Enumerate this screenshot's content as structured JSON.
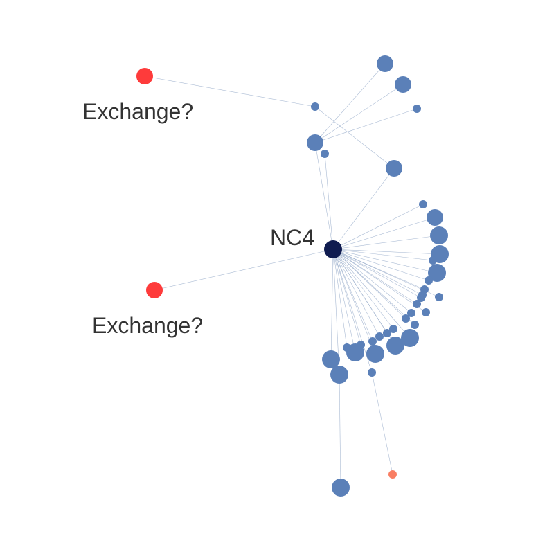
{
  "graph": {
    "colors": {
      "node": "#5b80b8",
      "hub": "#101c50",
      "exchange": "#fe3b3b",
      "small_orange": "#f97e63",
      "edge": "#9aaecb"
    },
    "labels": {
      "hub": "NC4",
      "exchange_1": "Exchange?",
      "exchange_2": "Exchange?"
    }
  }
}
